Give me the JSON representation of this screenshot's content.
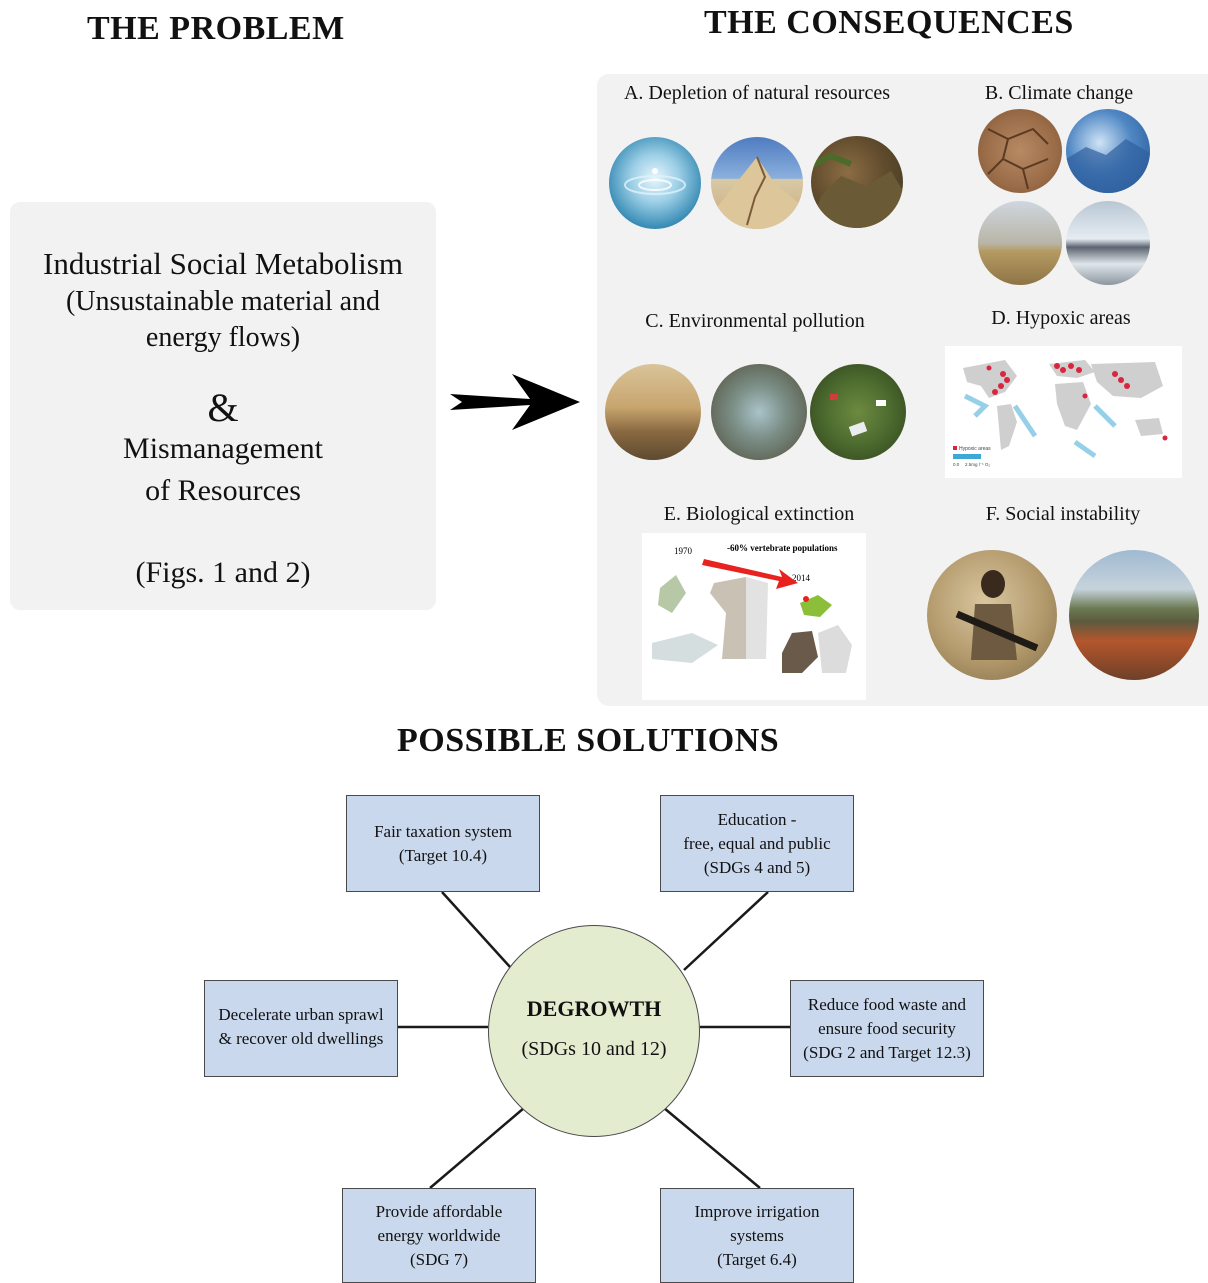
{
  "problem": {
    "heading": "THE PROBLEM",
    "line1": "Industrial Social Metabolism",
    "line2": "(Unsustainable material and",
    "line3": "energy flows)",
    "ampersand": "&",
    "line4": "Mismanagement",
    "line5": "of Resources",
    "line6": "(Figs. 1 and 2)"
  },
  "consequences": {
    "heading": "THE CONSEQUENCES",
    "items": [
      {
        "label": "A. Depletion of natural resources"
      },
      {
        "label": "B. Climate change"
      },
      {
        "label": "C. Environmental pollution"
      },
      {
        "label": "D. Hypoxic areas"
      },
      {
        "label": "E. Biological extinction"
      },
      {
        "label": "F. Social instability"
      }
    ],
    "extinction": {
      "year_start": "1970",
      "year_end": "2014",
      "caption": "-60% vertebrate populations"
    },
    "hypoxic_map": {
      "legend": "Hypoxic areas",
      "scale_min": "0.0",
      "scale_max": "2.5mg l⁻¹ O₂"
    }
  },
  "solutions": {
    "heading": "POSSIBLE SOLUTIONS",
    "center": {
      "title": "DEGROWTH",
      "subtitle": "(SDGs 10 and 12)"
    },
    "boxes": [
      {
        "lines": [
          "Fair taxation system",
          "(Target 10.4)"
        ]
      },
      {
        "lines": [
          "Education -",
          "free, equal and public",
          "(SDGs 4 and 5)"
        ]
      },
      {
        "lines": [
          "Decelerate urban sprawl",
          "& recover old dwellings"
        ]
      },
      {
        "lines": [
          "Reduce food waste and",
          "ensure food security",
          "(SDG 2 and Target 12.3)"
        ]
      },
      {
        "lines": [
          "Provide affordable",
          "energy worldwide",
          "(SDG 7)"
        ]
      },
      {
        "lines": [
          "Improve irrigation",
          "systems",
          "(Target 6.4)"
        ]
      }
    ]
  },
  "colors": {
    "box_fill": "#c9d8ec",
    "circle_fill": "#e4ecd0",
    "panel_fill": "#f2f2f2",
    "arrow": "#000000",
    "decline_arrow": "#e8231f",
    "hypoxic_red": "#d7263d",
    "hypoxic_blue": "#3fa7d6"
  }
}
